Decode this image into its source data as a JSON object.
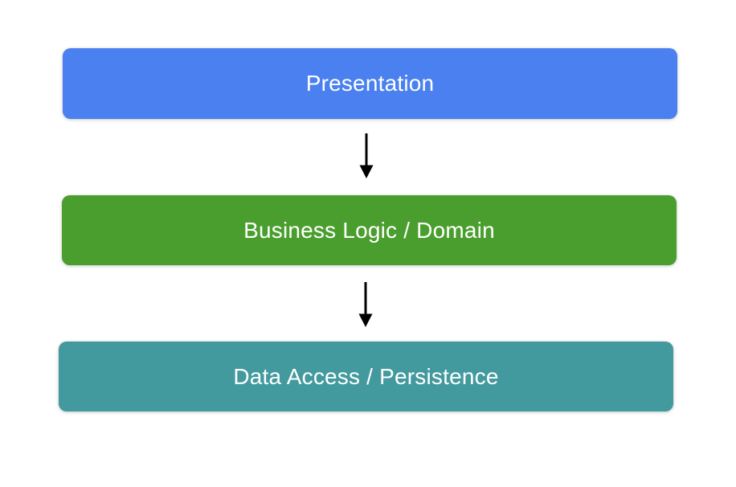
{
  "diagram": {
    "background": "#ffffff",
    "arrow_color": "#000000",
    "layers": [
      {
        "label": "Presentation",
        "color": "#4a80ef",
        "text_color": "#ffffff"
      },
      {
        "label": "Business Logic / Domain",
        "color": "#4a9e2e",
        "text_color": "#ffffff"
      },
      {
        "label": "Data Access / Persistence",
        "color": "#439a9e",
        "text_color": "#ffffff"
      }
    ],
    "arrows": [
      {
        "from": "Presentation",
        "to": "Business Logic / Domain"
      },
      {
        "from": "Business Logic / Domain",
        "to": "Data Access / Persistence"
      }
    ]
  }
}
